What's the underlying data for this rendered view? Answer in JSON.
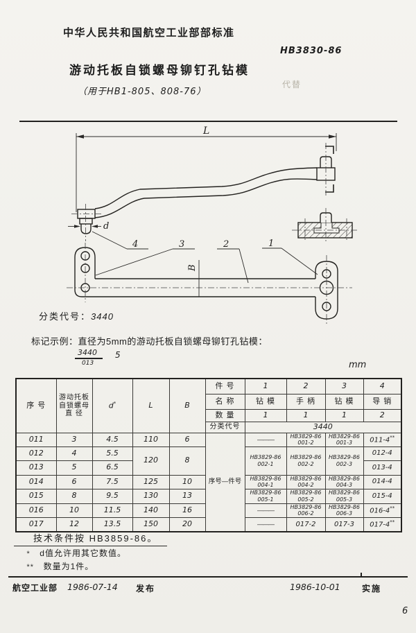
{
  "document": {
    "standard_body": "中华人民共和国航空工业部部标准",
    "standard_number": "HB3830-86",
    "supersedes": "代替",
    "title": "游动托板自锁螺母铆钉孔钻模",
    "subtitle": "（用于HB1-805、808-76）",
    "classification_label": "分类代号：",
    "classification_code": "3440",
    "marking_example": "标记示例：直径为5mm的游动托板自锁螺母铆钉孔钻模：",
    "designation_numerator": "3440",
    "designation_denominator": "013",
    "designation_size": "5",
    "units": "mm"
  },
  "drawing": {
    "dim_length_label": "L",
    "dim_width_label": "B",
    "dim_diameter_label": "d",
    "callout_1": "1",
    "callout_2": "2",
    "callout_3": "3",
    "callout_4": "4"
  },
  "table": {
    "header": {
      "seq": "序 号",
      "nut_diameter": "游动托板\n自锁螺母\n直 径",
      "d": "d",
      "d_sup": "*",
      "L": "L",
      "B": "B",
      "part_row_label": "件 号",
      "part_nos": [
        "1",
        "2",
        "3",
        "4"
      ],
      "name_row_label": "名 称",
      "names": [
        "钻 模",
        "手 柄",
        "钻 模",
        "导 销"
      ],
      "qty_row_label": "数 量",
      "qtys": [
        "1",
        "1",
        "1",
        "2"
      ],
      "class_row_label": "分类代号",
      "class_code": "3440",
      "seq_part_label": "序号—件号"
    },
    "rows": [
      {
        "seq": "011",
        "dia": "3",
        "d": "4.5",
        "L": "110",
        "B": "6",
        "p1": "———",
        "p2": "HB3829-86\n001-2",
        "p3": "HB3829-86\n001-3",
        "p4": "011-4",
        "p4_sup": "**"
      },
      {
        "seq": "012",
        "dia": "4",
        "d": "5.5",
        "L": "120",
        "B": "8",
        "p1": "HB3829-86\n002-1",
        "p2": "HB3829-86\n002-2",
        "p3": "HB3829-86\n002-3",
        "p4": "012-4"
      },
      {
        "seq": "013",
        "dia": "5",
        "d": "6.5",
        "p4": "013-4"
      },
      {
        "seq": "014",
        "dia": "6",
        "d": "7.5",
        "L": "125",
        "B": "10",
        "p1": "HB3829-86\n004-1",
        "p2": "HB3829-86\n004-2",
        "p3": "HB3829-86\n004-3",
        "p4": "014-4"
      },
      {
        "seq": "015",
        "dia": "8",
        "d": "9.5",
        "L": "130",
        "B": "13",
        "p1": "HB3829-86\n005-1",
        "p2": "HB3829-86\n005-2",
        "p3": "HB3829-86\n005-3",
        "p4": "015-4"
      },
      {
        "seq": "016",
        "dia": "10",
        "d": "11.5",
        "L": "140",
        "B": "16",
        "p1": "———",
        "p2": "HB3829-86\n006-2",
        "p3": "HB3829-86\n006-3",
        "p4": "016-4",
        "p4_sup": "**"
      },
      {
        "seq": "017",
        "dia": "12",
        "d": "13.5",
        "L": "150",
        "B": "20",
        "p1": "———",
        "p2": "017-2",
        "p3": "017-3",
        "p4": "017-4",
        "p4_sup": "**"
      }
    ]
  },
  "notes": {
    "tech": "技术条件按 HB3859-86。",
    "note1_mark": "*",
    "note1_text": "d值允许用其它数值。",
    "note2_mark": "**",
    "note2_text": "数量为1件。"
  },
  "footer": {
    "issuer": "航空工业部",
    "release_date": "1986-07-14",
    "release_label": "发布",
    "implement_date": "1986-10-01",
    "implement_label": "实施",
    "page_number": "6"
  }
}
